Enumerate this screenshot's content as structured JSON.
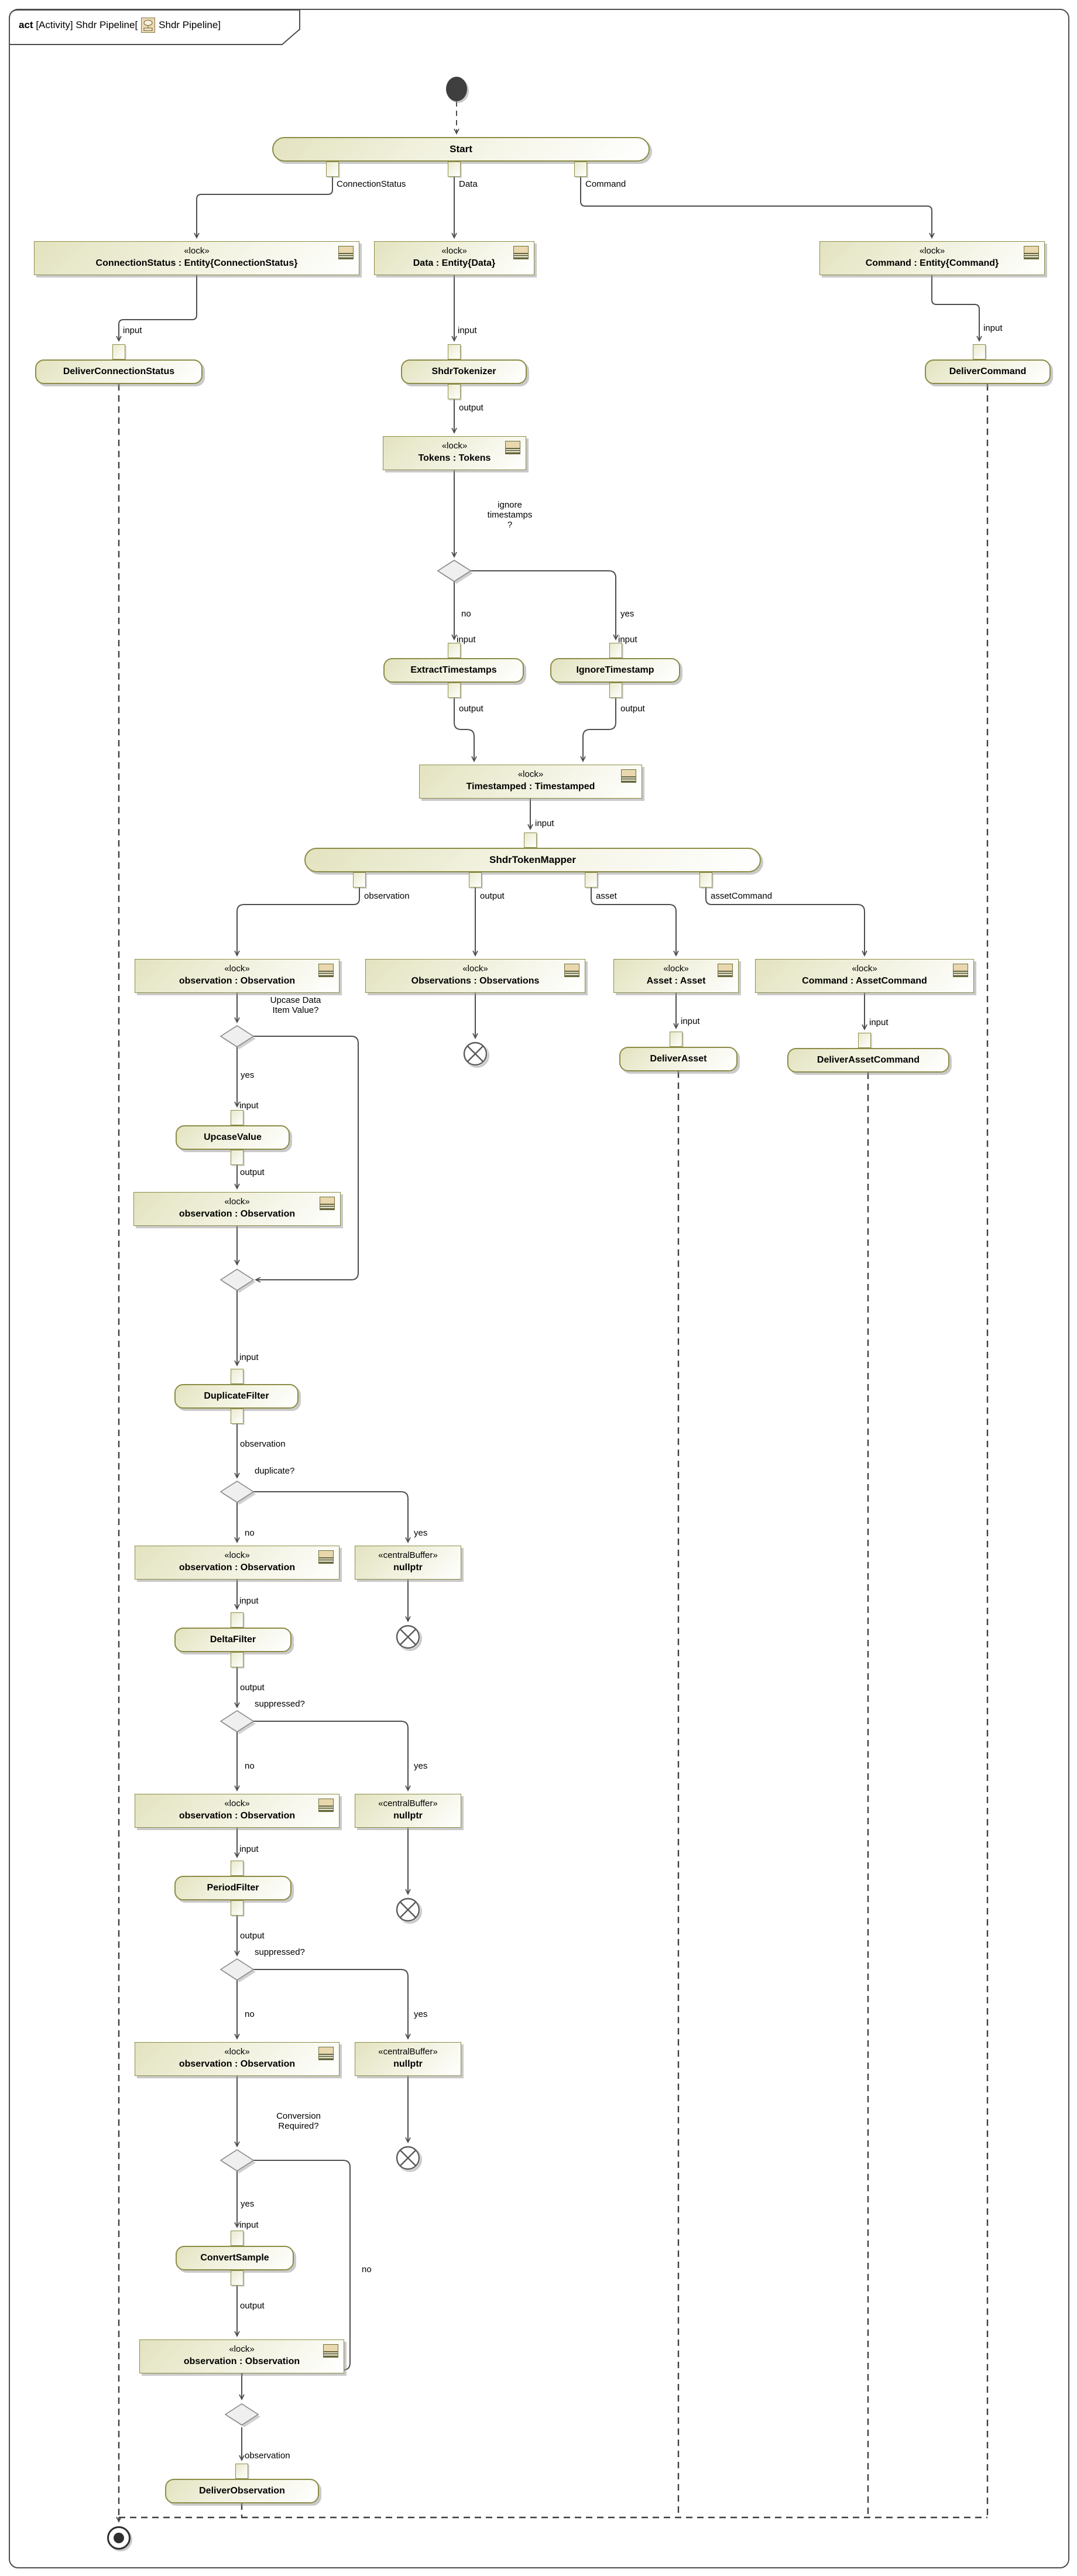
{
  "frame": {
    "title_keyword": "act",
    "title_body": "[Activity] Shdr Pipeline[",
    "title_suffix": "Shdr Pipeline]"
  },
  "colors": {
    "node_border": "#8c8c46",
    "node_fill": "#e3e3c0",
    "edge": "#4d4d4d",
    "icon_tan": "#e9d7ae"
  },
  "stereotypes": {
    "block": "«lock»",
    "central_buffer": "«centralBuffer»"
  },
  "labels": {
    "input": "input",
    "output": "output",
    "observation": "observation",
    "yes": "yes",
    "no": "no",
    "connection_status": "ConnectionStatus",
    "data": "Data",
    "command": "Command",
    "asset": "asset",
    "asset_command": "assetCommand",
    "ignore_timestamps_l1": "ignore",
    "ignore_timestamps_l2": "timestamps",
    "ignore_timestamps_l3": "?",
    "upcase_l1": "Upcase Data",
    "upcase_l2": "Item Value?",
    "duplicate": "duplicate?",
    "suppressed": "suppressed?",
    "conversion_l1": "Conversion",
    "conversion_l2": "Required?"
  },
  "nodes": {
    "start": "Start",
    "block_connection_status": "ConnectionStatus : Entity{ConnectionStatus}",
    "block_data": "Data : Entity{Data}",
    "block_command": "Command : Entity{Command}",
    "deliver_connection_status": "DeliverConnectionStatus",
    "shdr_tokenizer": "ShdrTokenizer",
    "deliver_command": "DeliverCommand",
    "block_tokens": "Tokens : Tokens",
    "extract_timestamps": "ExtractTimestamps",
    "ignore_timestamp": "IgnoreTimestamp",
    "block_timestamped": "Timestamped : Timestamped",
    "shdr_token_mapper": "ShdrTokenMapper",
    "block_observation": "observation : Observation",
    "block_observations": "Observations : Observations",
    "block_asset": "Asset : Asset",
    "block_asset_command": "Command : AssetCommand",
    "deliver_asset": "DeliverAsset",
    "deliver_asset_command": "DeliverAssetCommand",
    "upcase_value": "UpcaseValue",
    "duplicate_filter": "DuplicateFilter",
    "nullptr_buffer": "nullptr",
    "delta_filter": "DeltaFilter",
    "period_filter": "PeriodFilter",
    "convert_sample": "ConvertSample",
    "deliver_observation": "DeliverObservation"
  }
}
